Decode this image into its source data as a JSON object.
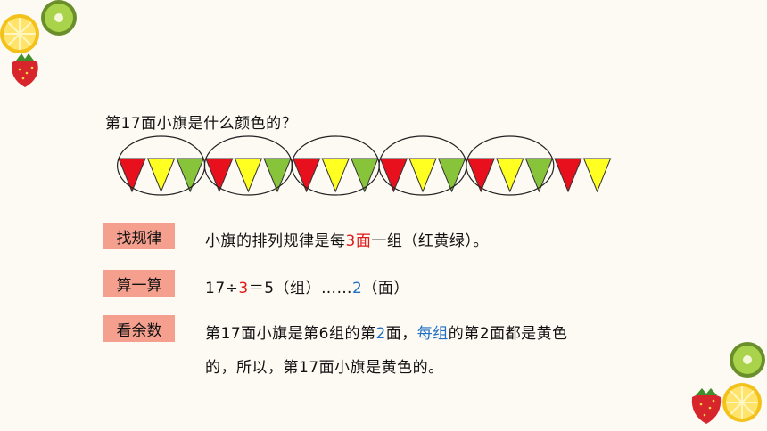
{
  "question": "第17面小旗是什么颜色的？",
  "flags": {
    "sequence": [
      "red",
      "yellow",
      "green",
      "red",
      "yellow",
      "green",
      "red",
      "yellow",
      "green",
      "red",
      "yellow",
      "green",
      "red",
      "yellow",
      "green",
      "red",
      "yellow"
    ],
    "colors": {
      "red": "#e8101c",
      "yellow": "#ffff22",
      "green": "#88c43a"
    },
    "groups_circled": 5
  },
  "rows": [
    {
      "label": "找规律",
      "parts": [
        {
          "text": "小旗的排列规律是每",
          "style": "normal"
        },
        {
          "text": "3面",
          "style": "red"
        },
        {
          "text": "一组（红黄绿）。",
          "style": "normal"
        }
      ]
    },
    {
      "label": "算一算",
      "parts": [
        {
          "text": "17÷",
          "style": "normal"
        },
        {
          "text": "3",
          "style": "red"
        },
        {
          "text": "＝5（组）……",
          "style": "normal"
        },
        {
          "text": "2",
          "style": "blue"
        },
        {
          "text": "（面）",
          "style": "normal"
        }
      ]
    },
    {
      "label": "看余数",
      "parts": [
        {
          "text": "第17面小旗是第6组的第",
          "style": "normal"
        },
        {
          "text": "2",
          "style": "blue"
        },
        {
          "text": "面，",
          "style": "normal"
        },
        {
          "text": "每组",
          "style": "blue"
        },
        {
          "text": "的第2面都是黄色",
          "style": "normal"
        }
      ],
      "line2": "的，所以，第17面小旗是黄色的。"
    }
  ]
}
